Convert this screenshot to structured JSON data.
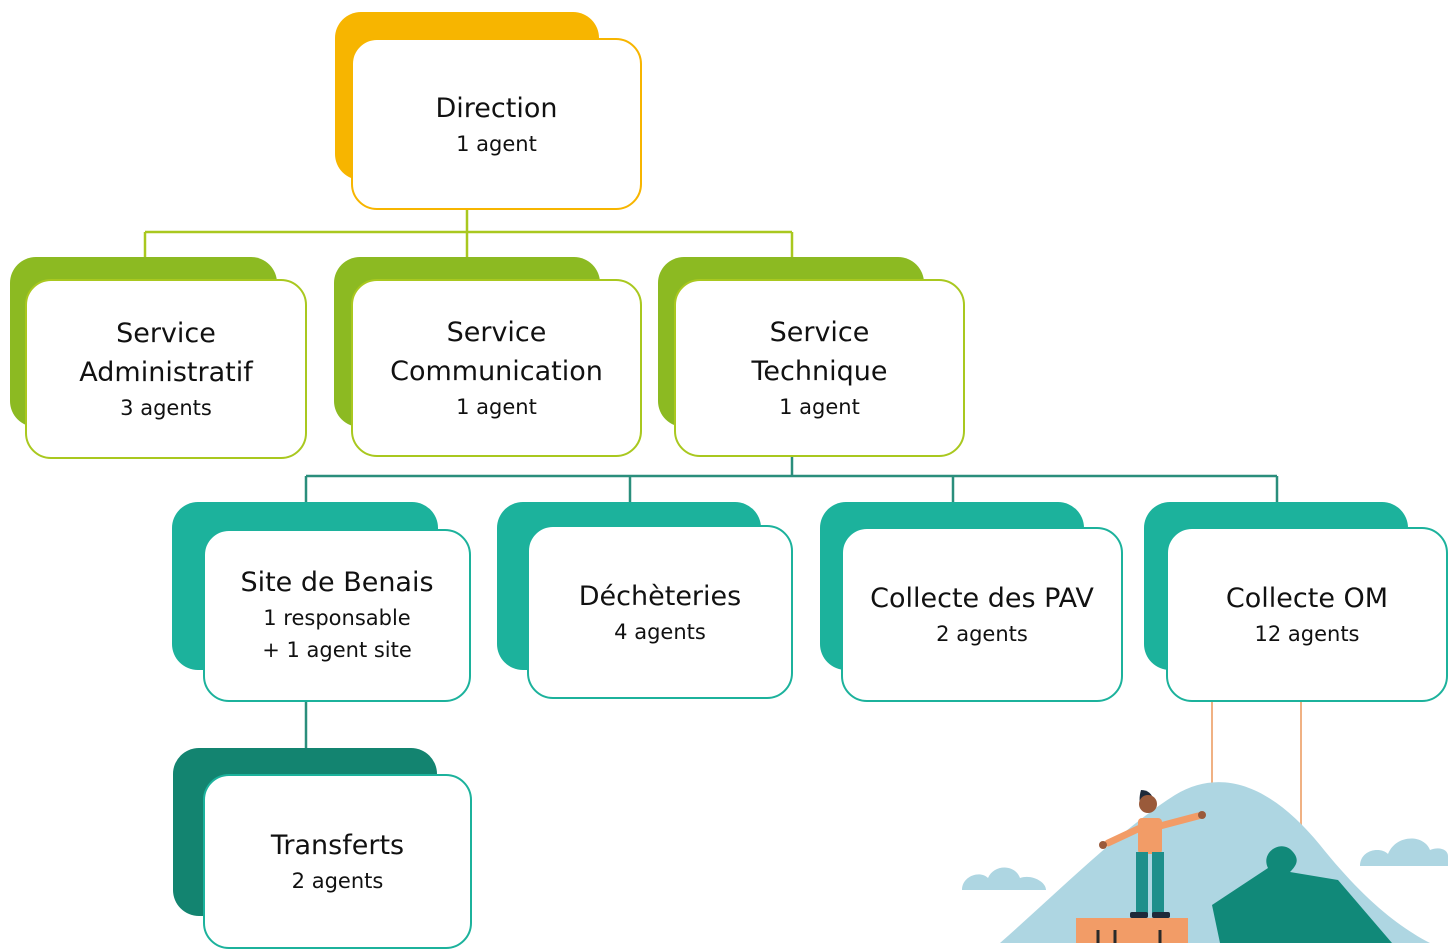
{
  "colors": {
    "direction": "#f7b500",
    "services": "#8cba22",
    "services_border": "#a9c81f",
    "units": "#1cb29c",
    "transfers": "#138470",
    "connector_top": "#a9c81f",
    "connector_bottom": "#2a8e7c"
  },
  "org": {
    "direction": {
      "name": "Direction",
      "count": "1 agent"
    },
    "service_admin": {
      "name": "Service\nAdministratif",
      "count": "3 agents"
    },
    "service_comm": {
      "name": "Service\nCommunication",
      "count": "1 agent"
    },
    "service_tech": {
      "name": "Service\nTechnique",
      "count": "1 agent"
    },
    "site_benais": {
      "name": "Site de Benais",
      "count": "1 responsable\n+ 1 agent site"
    },
    "decheteries": {
      "name": "Déchèteries",
      "count": "4 agents"
    },
    "collecte_pav": {
      "name": "Collecte des PAV",
      "count": "2 agents"
    },
    "collecte_om": {
      "name": "Collecte OM",
      "count": "12 agents"
    },
    "transferts": {
      "name": "Transferts",
      "count": "2 agents"
    }
  },
  "illustration": "person-standing-on-puzzle-piece-illustration"
}
